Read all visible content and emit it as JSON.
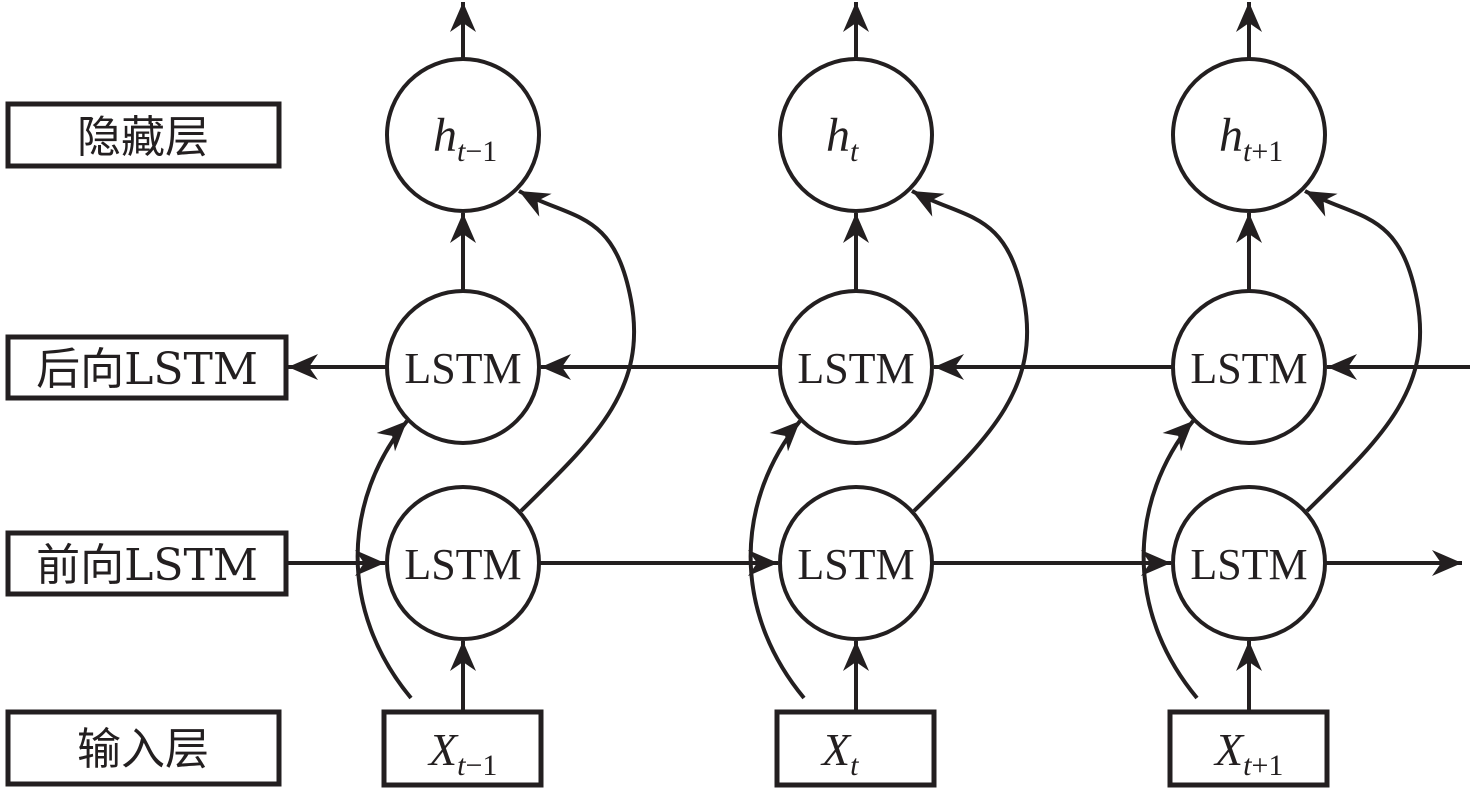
{
  "colors": {
    "stroke": "#231f20",
    "background": "#ffffff"
  },
  "row_labels": {
    "hidden": "隐藏层",
    "backward": "后向LSTM",
    "forward": "前向LSTM",
    "input": "输入层"
  },
  "columns": [
    {
      "hidden_var": "h",
      "hidden_sub_t": "t",
      "hidden_sub_rest": "−1",
      "input_var": "X",
      "input_sub_t": "t",
      "input_sub_rest": "−1"
    },
    {
      "hidden_var": "h",
      "hidden_sub_t": "t",
      "hidden_sub_rest": "",
      "input_var": "X",
      "input_sub_t": "t",
      "input_sub_rest": ""
    },
    {
      "hidden_var": "h",
      "hidden_sub_t": "t",
      "hidden_sub_rest": "+1",
      "input_var": "X",
      "input_sub_t": "t",
      "input_sub_rest": "+1"
    }
  ],
  "cell_label": "LSTM"
}
